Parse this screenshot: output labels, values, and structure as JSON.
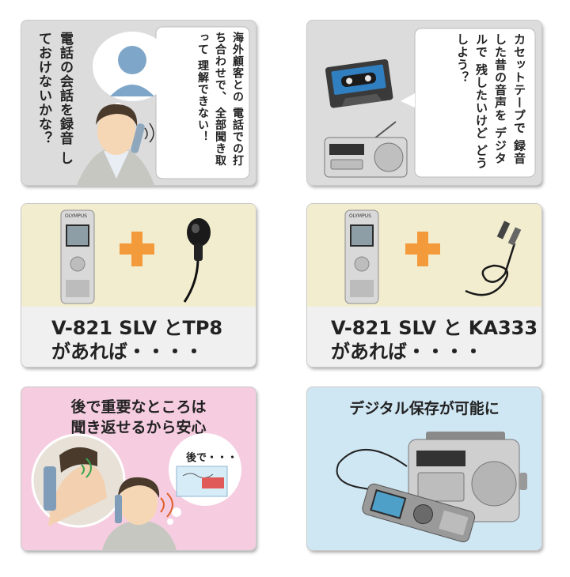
{
  "panels": {
    "call_problem": {
      "speech": "海外顧客との 電話での打ち合わせで、 全部聞き取って 理解できない！",
      "thought": "電話の会話を録音 しておけないかな？"
    },
    "cassette_problem": {
      "speech": "カセットテープで 録音した昔の音声を デジタルで 残したいけど どうしよう？"
    },
    "product_tp8": {
      "line1": "V-821 SLV とTP8",
      "line2": "があれば・・・・",
      "recorder_brand": "OLYMPUS"
    },
    "product_ka333": {
      "line1": "V-821 SLV と KA333",
      "line2": "があれば・・・・",
      "recorder_brand": "OLYMPUS"
    },
    "relisten": {
      "title_line1": "後で重要なところは",
      "title_line2": "聞き返せるから安心",
      "bubble": "後で・・・"
    },
    "digital": {
      "title": "デジタル保存が可能に"
    }
  },
  "colors": {
    "panel_gray": "#dcdcdc",
    "panel_cream": "#f3edcf",
    "panel_pink": "#f6cde0",
    "panel_blue": "#cfe6f3",
    "plus_orange": "#f39a3a"
  }
}
